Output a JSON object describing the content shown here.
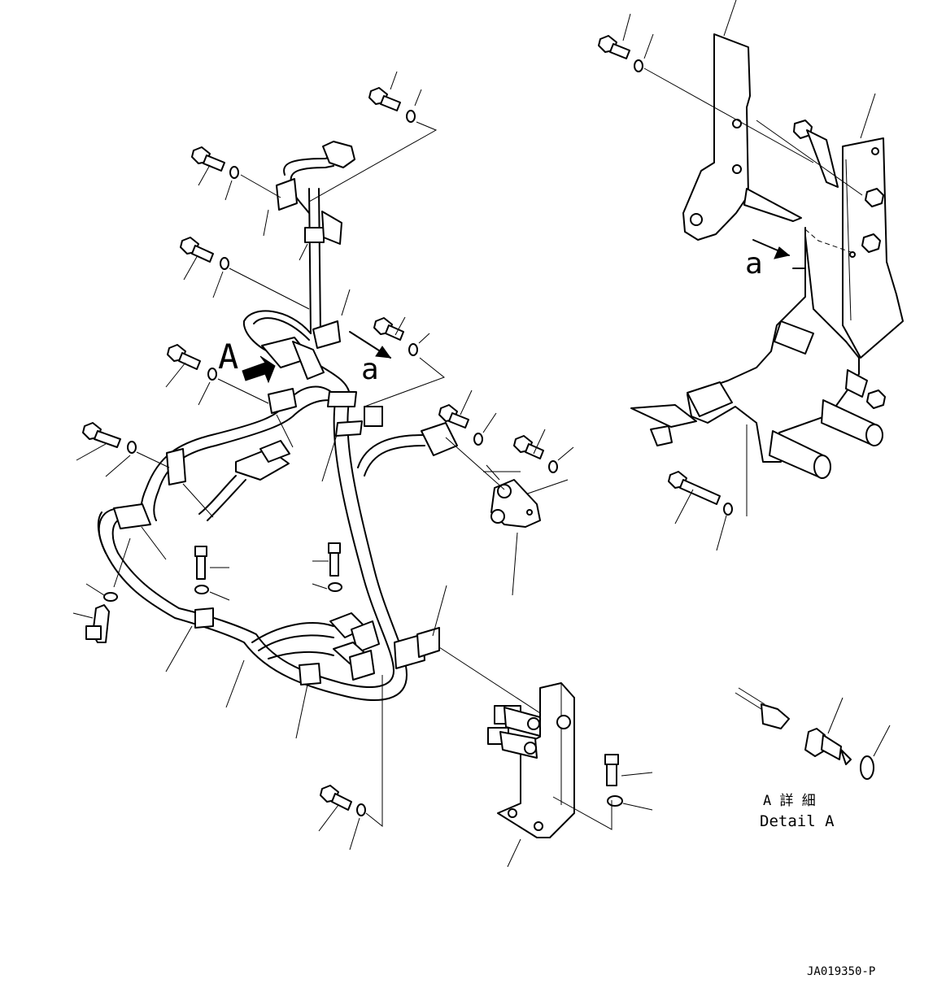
{
  "view_labels": {
    "view_a_marker": "A",
    "arrow_label_left": "a",
    "arrow_label_right": "a"
  },
  "detail": {
    "title_jp": "A 詳 細",
    "title_en": "Detail A"
  },
  "drawing_number": "JA019350-P"
}
